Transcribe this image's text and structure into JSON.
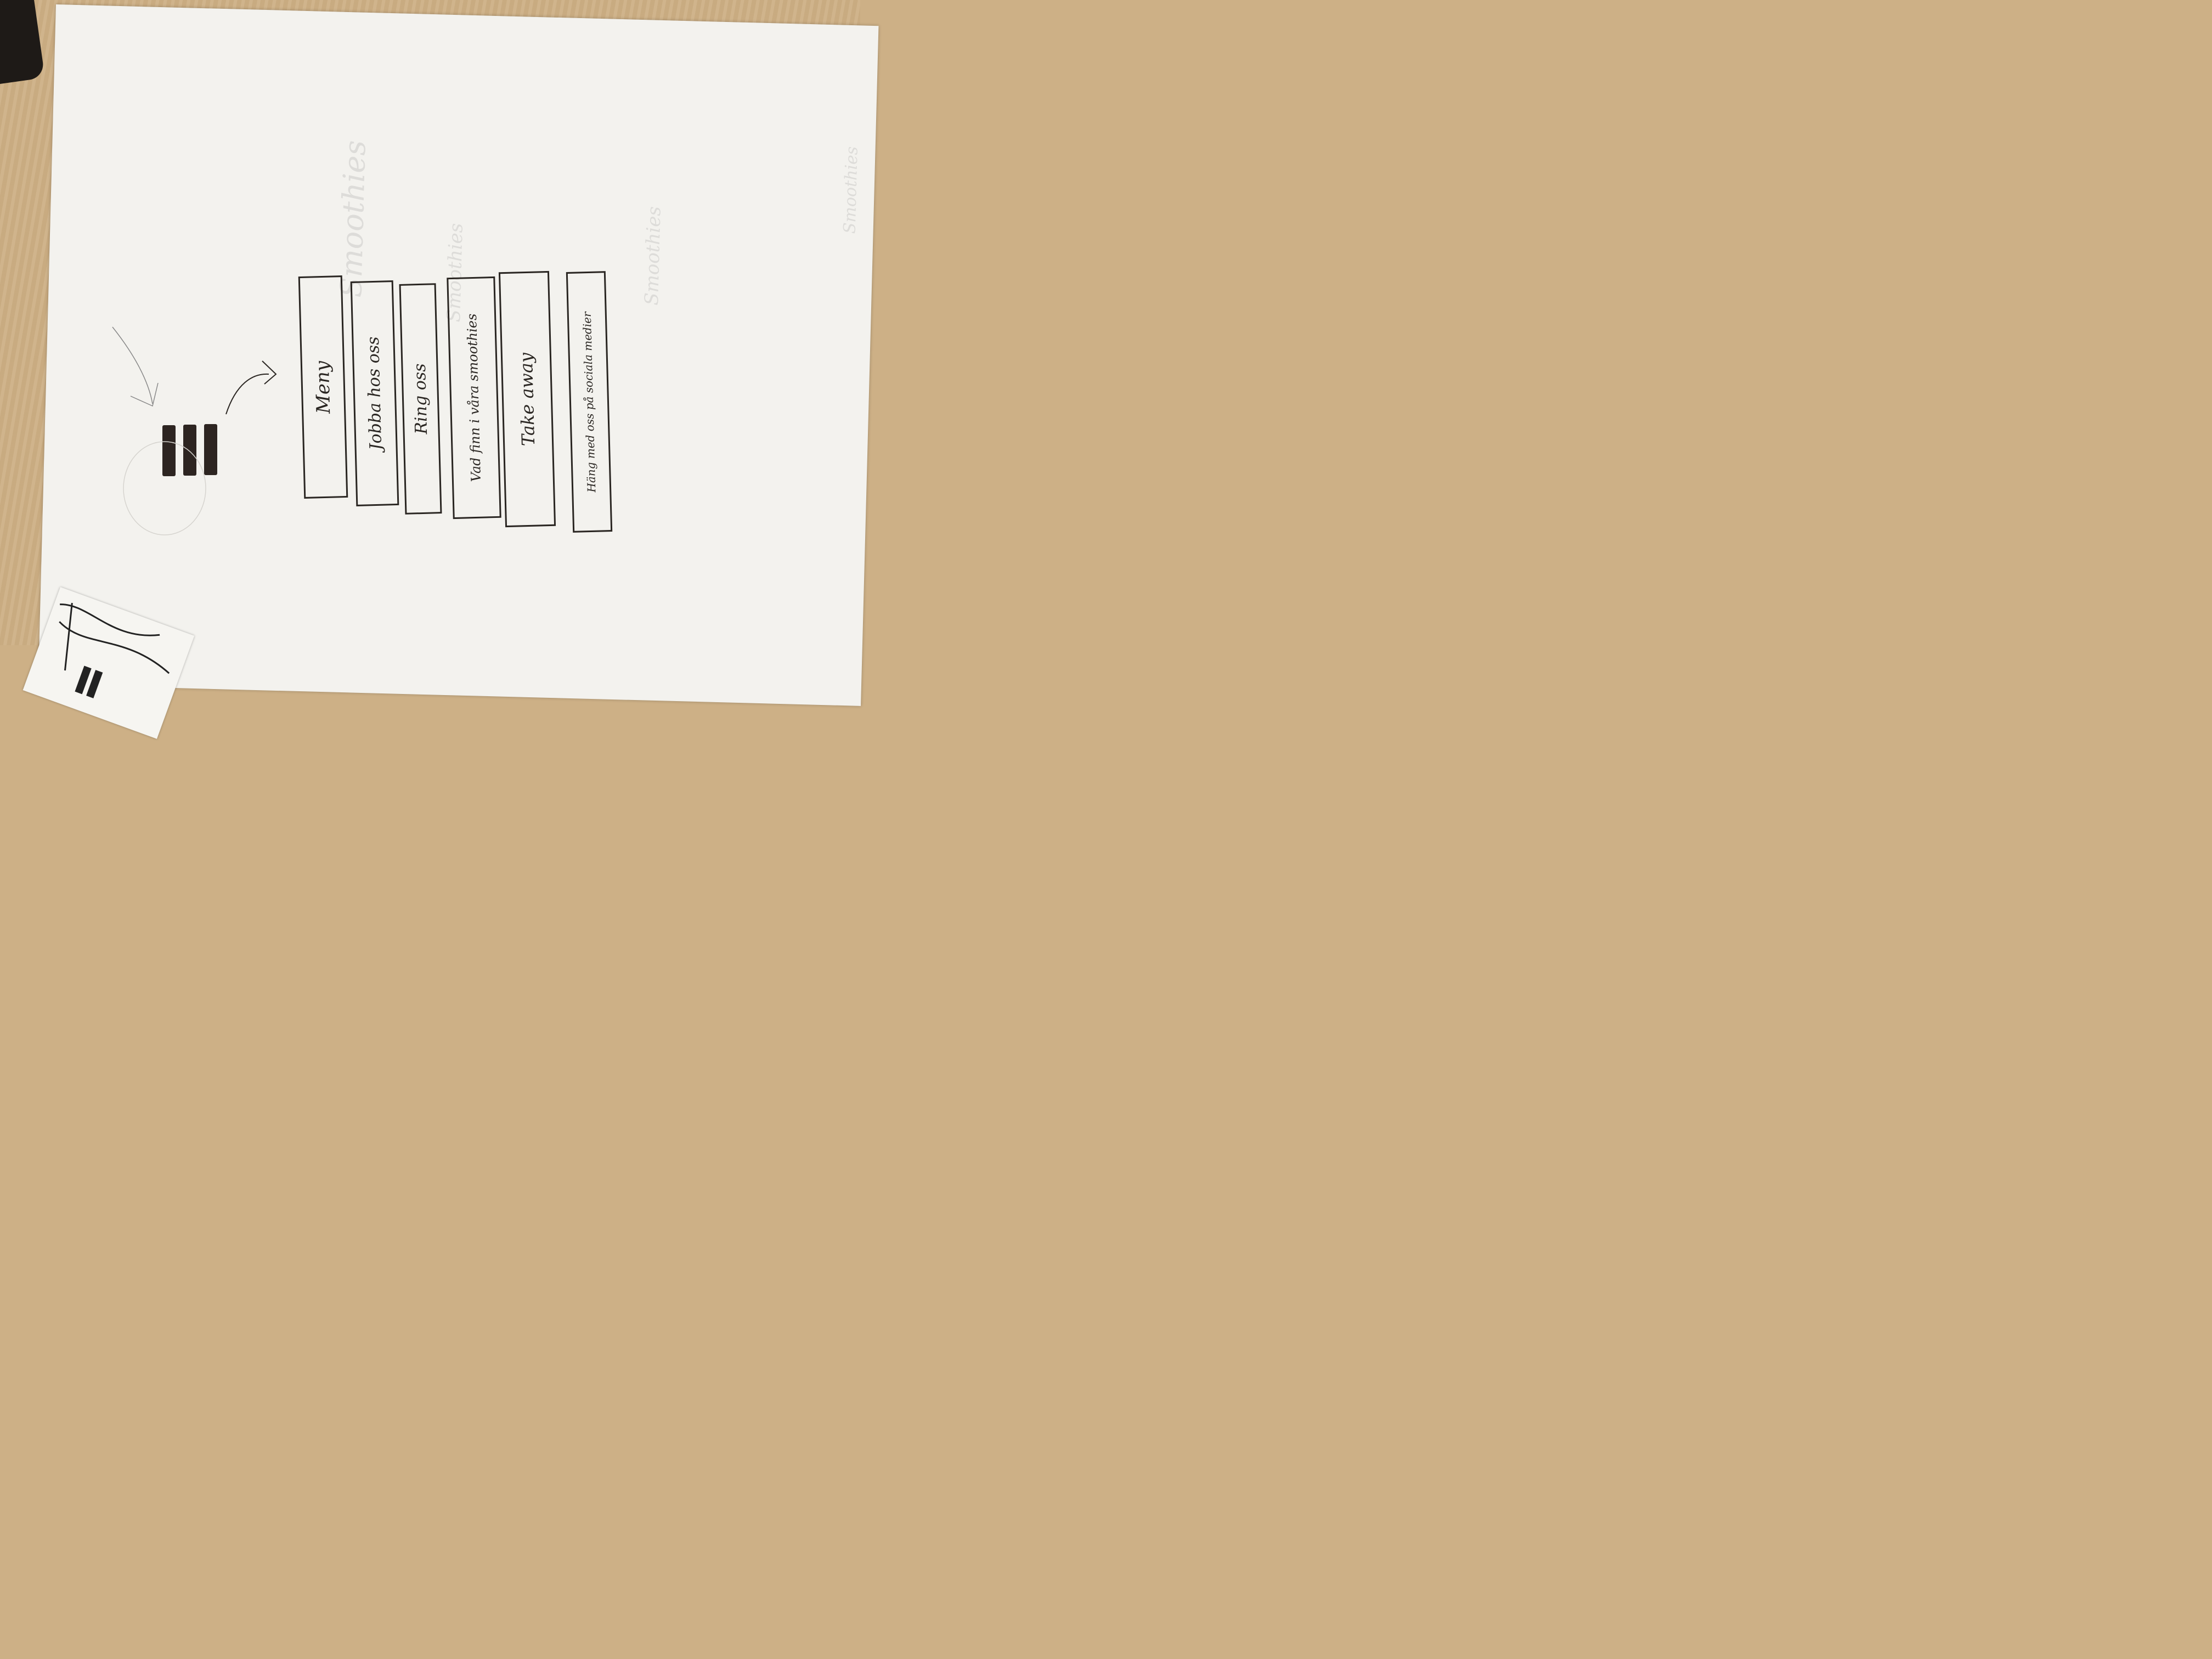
{
  "sketch": {
    "menu_items": [
      {
        "label": "Meny"
      },
      {
        "label": "Jobba hos oss"
      },
      {
        "label": "Ring oss"
      },
      {
        "label": "Vad finn i våra smoothies"
      },
      {
        "label": "Take away"
      },
      {
        "label": "Häng med oss på sociala medier"
      }
    ]
  },
  "icons": {
    "hamburger": "hamburger-menu-icon",
    "arrow": "arrow-icon"
  },
  "colors": {
    "ink": "#2a2622",
    "paper": "#f3f2ee",
    "desk": "#cdb086"
  }
}
